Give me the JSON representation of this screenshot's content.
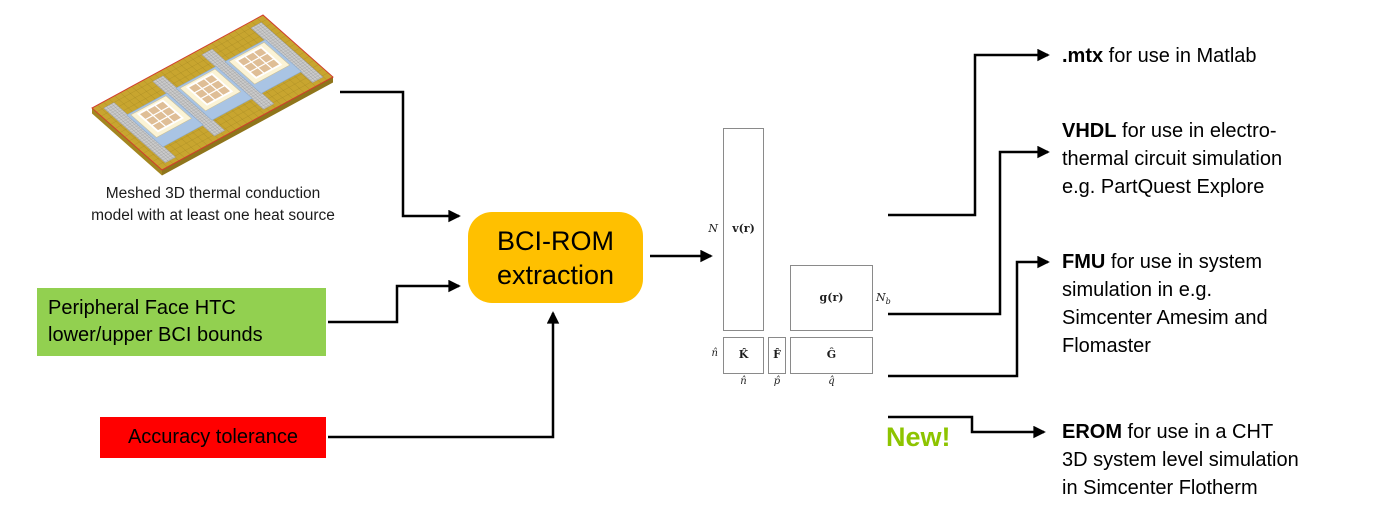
{
  "colors": {
    "htc_box_bg": "#92D050",
    "tolerance_box_bg": "#FF0000",
    "process_box_bg": "#FFC000",
    "new_badge_text": "#8DC400",
    "arrow": "#000000",
    "matrix_border": "#8a8a8a",
    "board_gold": "#C8A52F",
    "board_outline_red": "#D23B2E",
    "chip_substrate_blue": "#A9C4E4",
    "chip_body_cream": "#FBF3D5",
    "chip_die_tan": "#DFBE96"
  },
  "model": {
    "caption_line1": "Meshed 3D thermal conduction",
    "caption_line2": "model with at least one heat source"
  },
  "inputs": {
    "htc": {
      "line1": "Peripheral Face HTC",
      "line2": "lower/upper BCI bounds"
    },
    "tolerance": {
      "label": "Accuracy tolerance"
    }
  },
  "process": {
    "line1": "BCI-ROM",
    "line2": "extraction"
  },
  "matrix": {
    "dim_N": "N",
    "vec_v": "v(r)",
    "vec_g": "g(r)",
    "dim_Nb_main": "N",
    "dim_Nb_sub": "b",
    "dim_nhat_left": "n̂",
    "mat_K": "K̂",
    "mat_F": "F̂",
    "mat_G": "Ĝ",
    "dim_nhat": "n̂",
    "dim_phat": "p̂",
    "dim_qhat": "q̂"
  },
  "outputs": [
    {
      "keyword": ".mtx",
      "rest": " for use in Matlab",
      "lines": []
    },
    {
      "keyword": "VHDL",
      "rest": " for use in electro-",
      "lines": [
        "thermal circuit simulation",
        "e.g. PartQuest Explore"
      ]
    },
    {
      "keyword": "FMU",
      "rest": " for use in system",
      "lines": [
        "simulation in e.g.",
        "Simcenter Amesim and",
        "Flomaster"
      ]
    },
    {
      "keyword": "EROM",
      "rest": " for use in a CHT",
      "lines": [
        "3D system level simulation",
        "in Simcenter Flotherm"
      ]
    }
  ],
  "badge": {
    "new_label": "New!"
  }
}
